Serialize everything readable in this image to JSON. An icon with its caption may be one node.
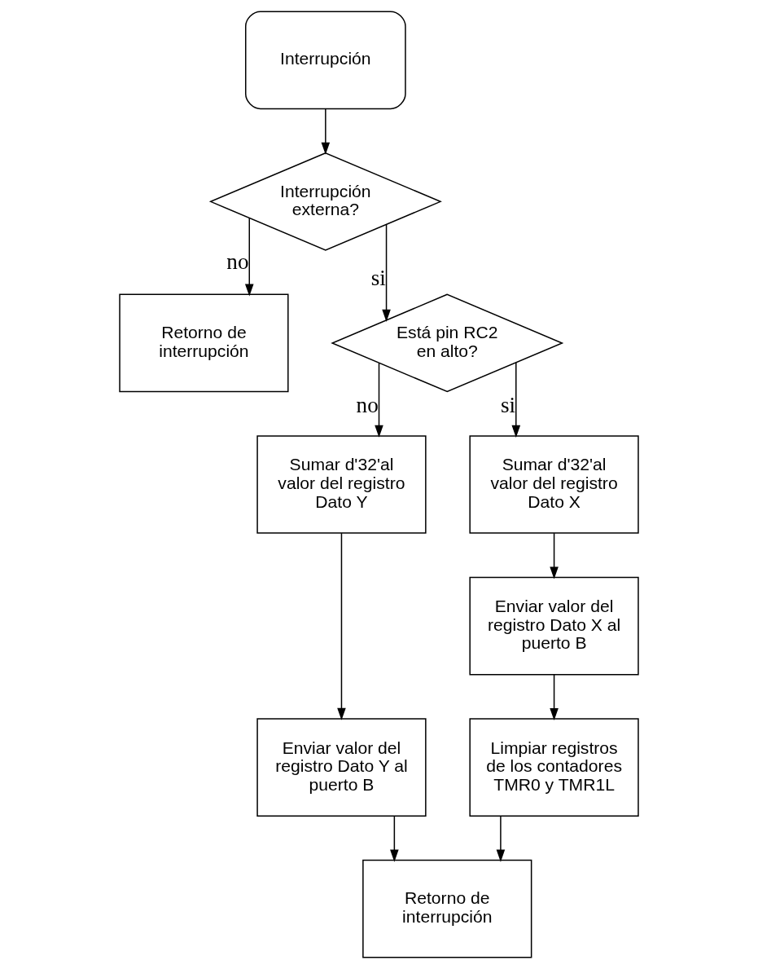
{
  "diagram": {
    "nodes": [
      {
        "text": [
          "Interrupción"
        ]
      },
      {
        "text": [
          "Interrupción externa?"
        ]
      },
      {
        "text": [
          "Retorno de interrupción"
        ]
      },
      {
        "text": [
          "Está pin RC2 en alto?"
        ]
      },
      {
        "text": [
          "Sumar d'32'al valor del registro Dato Y"
        ]
      },
      {
        "text": [
          "Enviar valor del registro Dato Y al puerto B"
        ]
      },
      {
        "text": [
          "Sumar d'32'al valor del registro Dato X"
        ]
      },
      {
        "text": [
          "Enviar valor del registro Dato X al puerto B"
        ]
      },
      {
        "text": [
          "Limpiar registros de los contadores TMR0 y TMR1L"
        ]
      },
      {
        "text": [
          "Retorno de interrupción"
        ]
      }
    ],
    "edges": [
      {
        "from": 0,
        "to": 1,
        "arrow": "to"
      },
      {
        "from": 1,
        "to": 2,
        "arrow": "to",
        "label": "no"
      },
      {
        "from": 1,
        "to": 3,
        "arrow": "to",
        "label": "si"
      },
      {
        "from": 3,
        "to": 4,
        "arrow": "to",
        "label": "no"
      },
      {
        "from": 3,
        "to": 6,
        "arrow": "to",
        "label": "si"
      },
      {
        "from": 4,
        "to": 5,
        "arrow": "to"
      },
      {
        "from": 6,
        "to": 7,
        "arrow": "to"
      },
      {
        "from": 7,
        "to": 8,
        "arrow": "to"
      },
      {
        "from": 5,
        "to": 9,
        "arrow": "to"
      },
      {
        "from": 8,
        "to": 9,
        "arrow": "to"
      }
    ]
  }
}
